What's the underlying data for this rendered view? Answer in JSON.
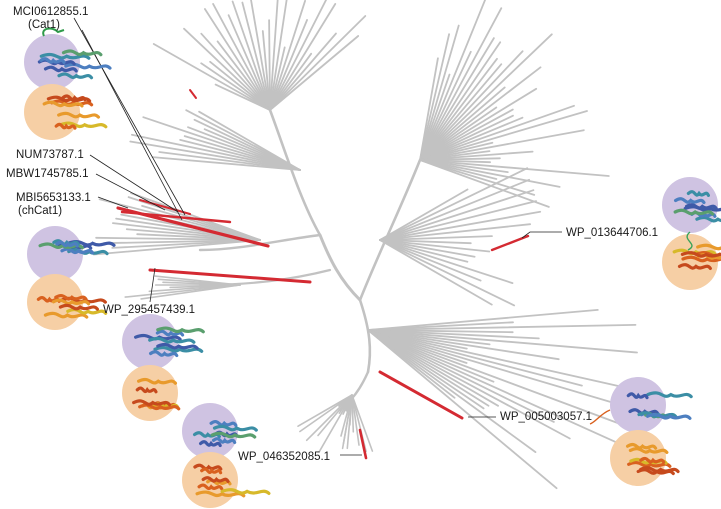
{
  "labels": {
    "cat1_id": "MCI0612855.1",
    "cat1_name": "(Cat1)",
    "num": "NUM73787.1",
    "mbw": "MBW1745785.1",
    "mbi_id": "MBI5653133.1",
    "mbi_name": "(chCat1)",
    "wp295": "WP_295457439.1",
    "wp013": "WP_013644706.1",
    "wp005": "WP_005003057.1",
    "wp046": "WP_046352085.1"
  },
  "colors": {
    "branch": "#c2c2c2",
    "highlight": "#d42a32",
    "leader": "#222222",
    "domain_bubble": "#cfc3e2",
    "domain_bubble_alt": "#f6cfa5"
  },
  "icons": {
    "structure_top": "protein-structure-blue-green",
    "structure_bottom": "protein-structure-orange-yellow"
  }
}
